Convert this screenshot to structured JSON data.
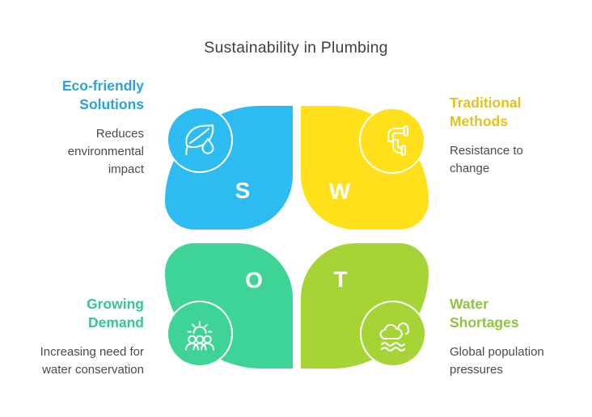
{
  "title": "Sustainability in Plumbing",
  "colors": {
    "title_text": "#3f3f3f",
    "body_text": "#4b4b4b",
    "letter_text": "#ffffff"
  },
  "quadrants": [
    {
      "key": "strengths",
      "letter": "S",
      "heading": "Eco-friendly\nSolutions",
      "description": "Reduces\nenvironmental\nimpact",
      "petal_color": "#2cbcf1",
      "heading_color": "#29a3d9",
      "icon": "leaf-water-drop-icon"
    },
    {
      "key": "weaknesses",
      "letter": "W",
      "heading": "Traditional\nMethods",
      "description": "Resistance to\nchange",
      "petal_color": "#ffe01b",
      "heading_color": "#e2c31d",
      "icon": "pipes-icon"
    },
    {
      "key": "opportunities",
      "letter": "O",
      "heading": "Growing\nDemand",
      "description": "Increasing need for\nwater conservation",
      "petal_color": "#3ed495",
      "heading_color": "#35c78e",
      "icon": "sun-people-icon"
    },
    {
      "key": "threats",
      "letter": "T",
      "heading": "Water\nShortages",
      "description": "Global population\npressures",
      "petal_color": "#a6d435",
      "heading_color": "#8fc43e",
      "icon": "cloud-water-icon"
    }
  ]
}
